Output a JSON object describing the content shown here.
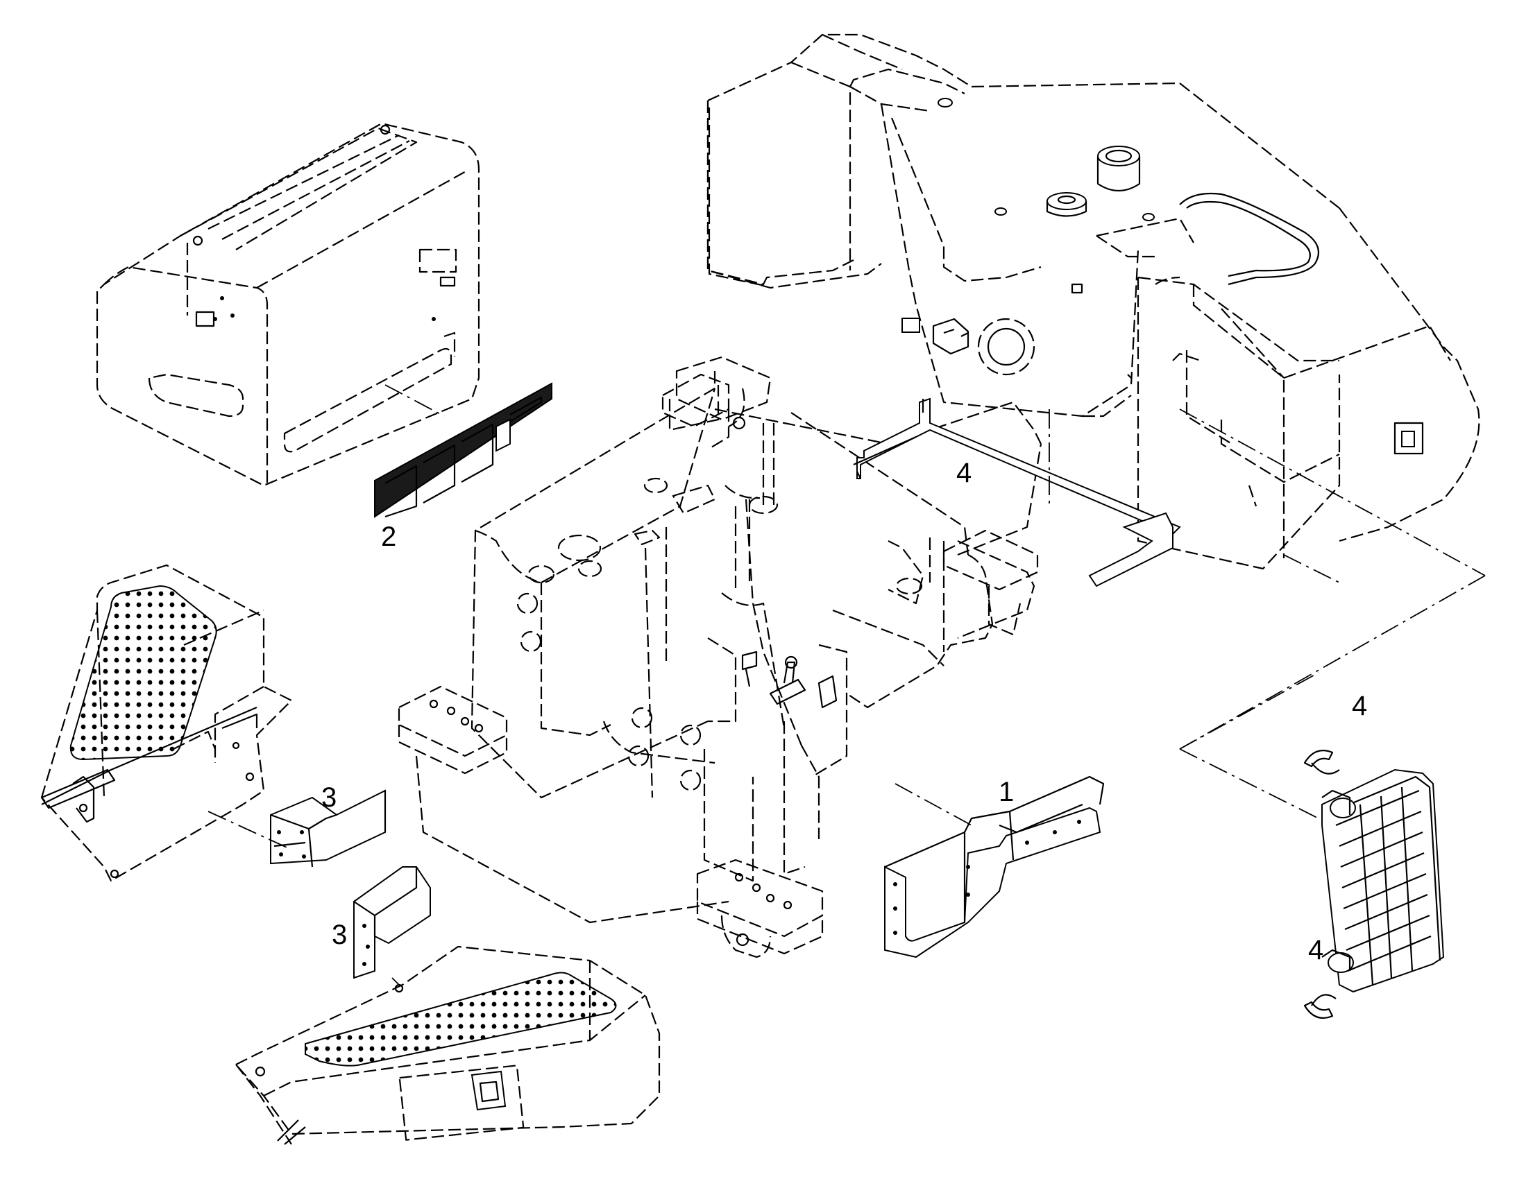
{
  "callouts": {
    "c1": "1",
    "c2": "2",
    "c3a": "3",
    "c3b": "3",
    "c4a": "4",
    "c4b": "4",
    "c4c": "4"
  }
}
